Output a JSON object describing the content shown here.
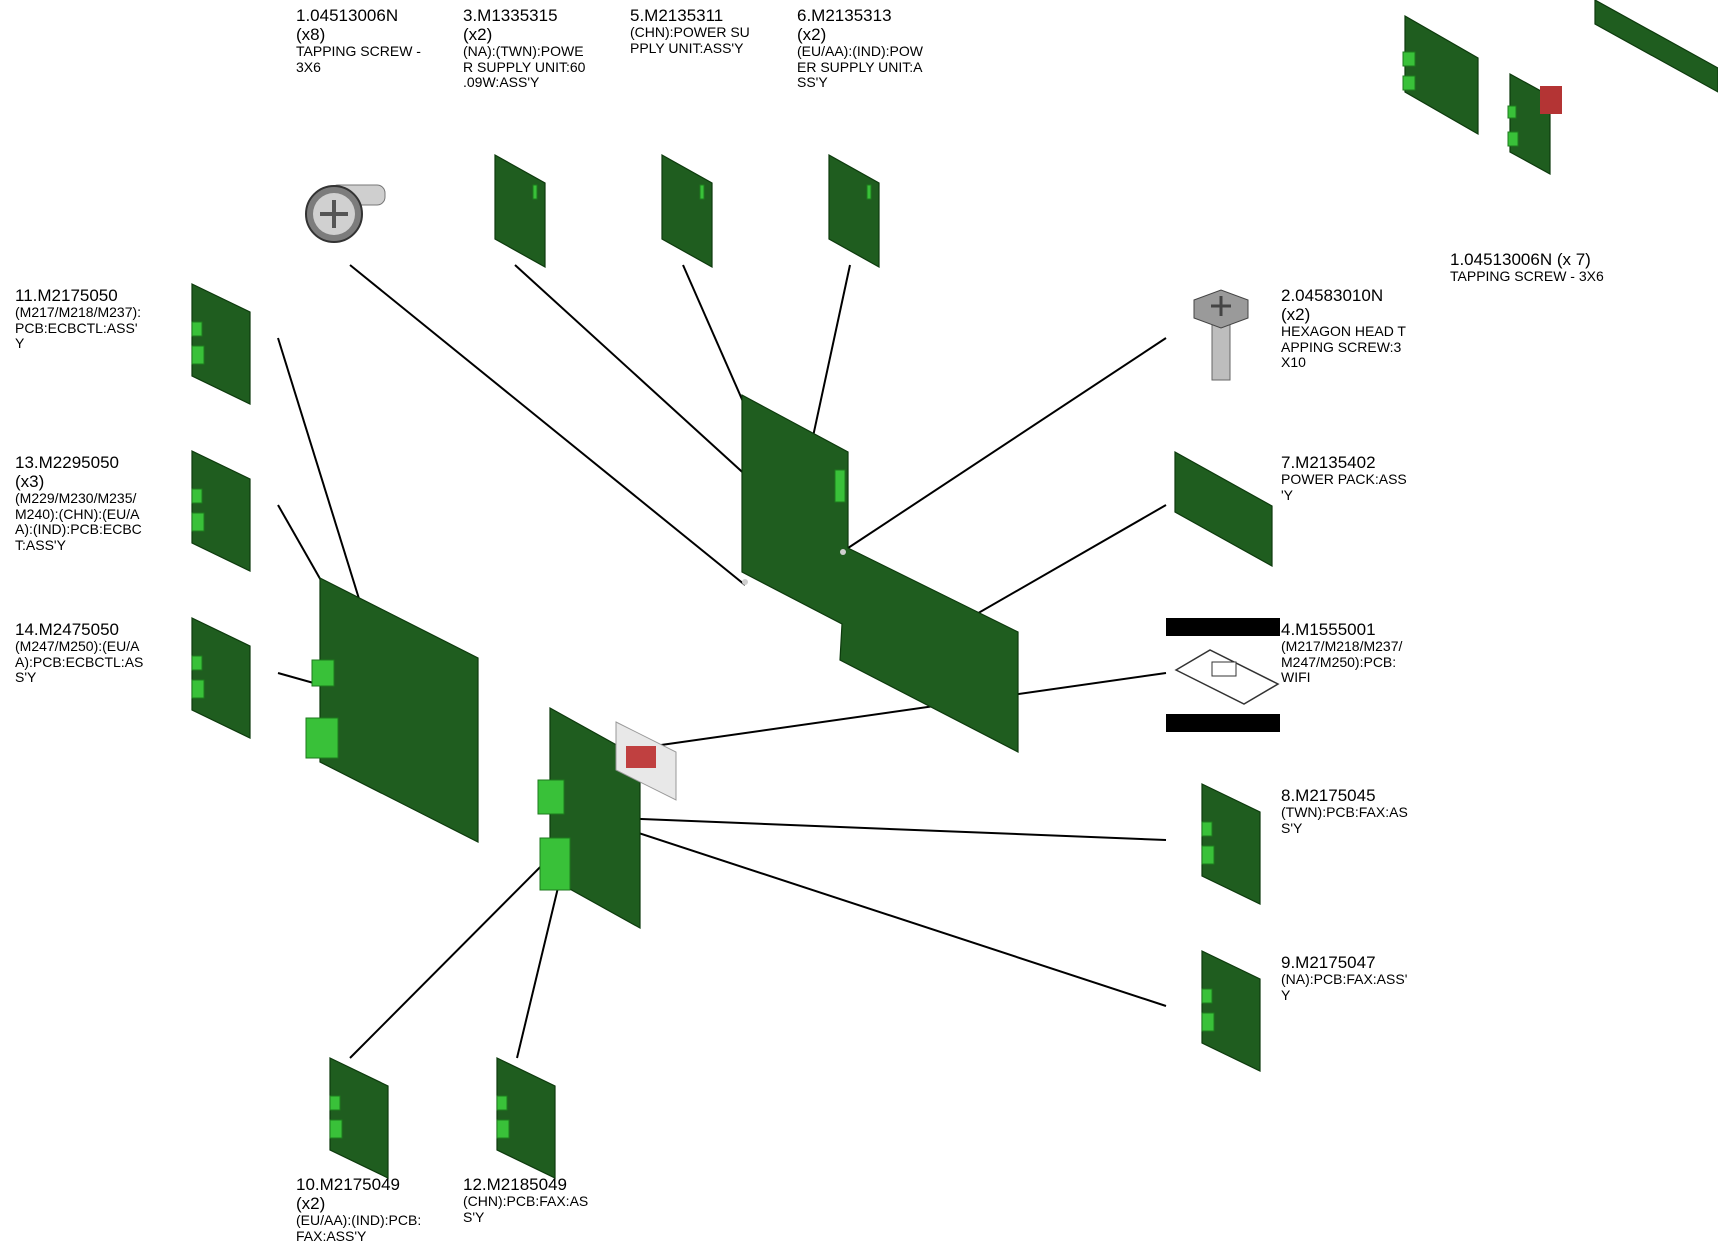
{
  "callouts": [
    {
      "id": "c1",
      "part": "1.04513006N",
      "qty": "(x8)",
      "desc": "TAPPING SCREW -\n 3X6"
    },
    {
      "id": "c3",
      "part": "3.M1335315",
      "qty": "(x2)",
      "desc": "(NA):(TWN):POWE\nR SUPPLY UNIT:60\n.09W:ASS'Y"
    },
    {
      "id": "c5",
      "part": "5.M2135311",
      "qty": "",
      "desc": "(CHN):POWER SU\nPPLY UNIT:ASS'Y"
    },
    {
      "id": "c6",
      "part": "6.M2135313",
      "qty": "(x2)",
      "desc": "(EU/AA):(IND):POW\nER SUPPLY UNIT:A\nSS'Y"
    },
    {
      "id": "c11",
      "part": "11.M2175050",
      "qty": "",
      "desc": "(M217/M218/M237):\nPCB:ECBCTL:ASS'\nY"
    },
    {
      "id": "c13",
      "part": "13.M2295050",
      "qty": "(x3)",
      "desc": "(M229/M230/M235/\nM240):(CHN):(EU/A\nA):(IND):PCB:ECBC\nT:ASS'Y"
    },
    {
      "id": "c14",
      "part": "14.M2475050",
      "qty": "",
      "desc": "(M247/M250):(EU/A\nA):PCB:ECBCTL:AS\nS'Y"
    },
    {
      "id": "c1b",
      "part": "1.04513006N (x 7)",
      "qty": "",
      "desc": "TAPPING SCREW - 3X6"
    },
    {
      "id": "c2",
      "part": "2.04583010N",
      "qty": "(x2)",
      "desc": "HEXAGON HEAD T\nAPPING SCREW:3\nX10"
    },
    {
      "id": "c7",
      "part": "7.M2135402",
      "qty": "",
      "desc": "POWER PACK:ASS\n'Y"
    },
    {
      "id": "c4",
      "part": "4.M1555001",
      "qty": "",
      "desc": "(M217/M218/M237/\nM247/M250):PCB:\nWIFI"
    },
    {
      "id": "c8",
      "part": "8.M2175045",
      "qty": "",
      "desc": "(TWN):PCB:FAX:AS\nS'Y"
    },
    {
      "id": "c9",
      "part": "9.M2175047",
      "qty": "",
      "desc": "(NA):PCB:FAX:ASS'\nY"
    },
    {
      "id": "c10",
      "part": "10.M2175049",
      "qty": "(x2)",
      "desc": "(EU/AA):(IND):PCB:\nFAX:ASS'Y"
    },
    {
      "id": "c12",
      "part": "12.M2185049",
      "qty": "",
      "desc": "(CHN):PCB:FAX:AS\nS'Y"
    }
  ],
  "colors": {
    "pcb": "#1f5d1f",
    "connector": "#39c139",
    "leader": "#000000"
  }
}
